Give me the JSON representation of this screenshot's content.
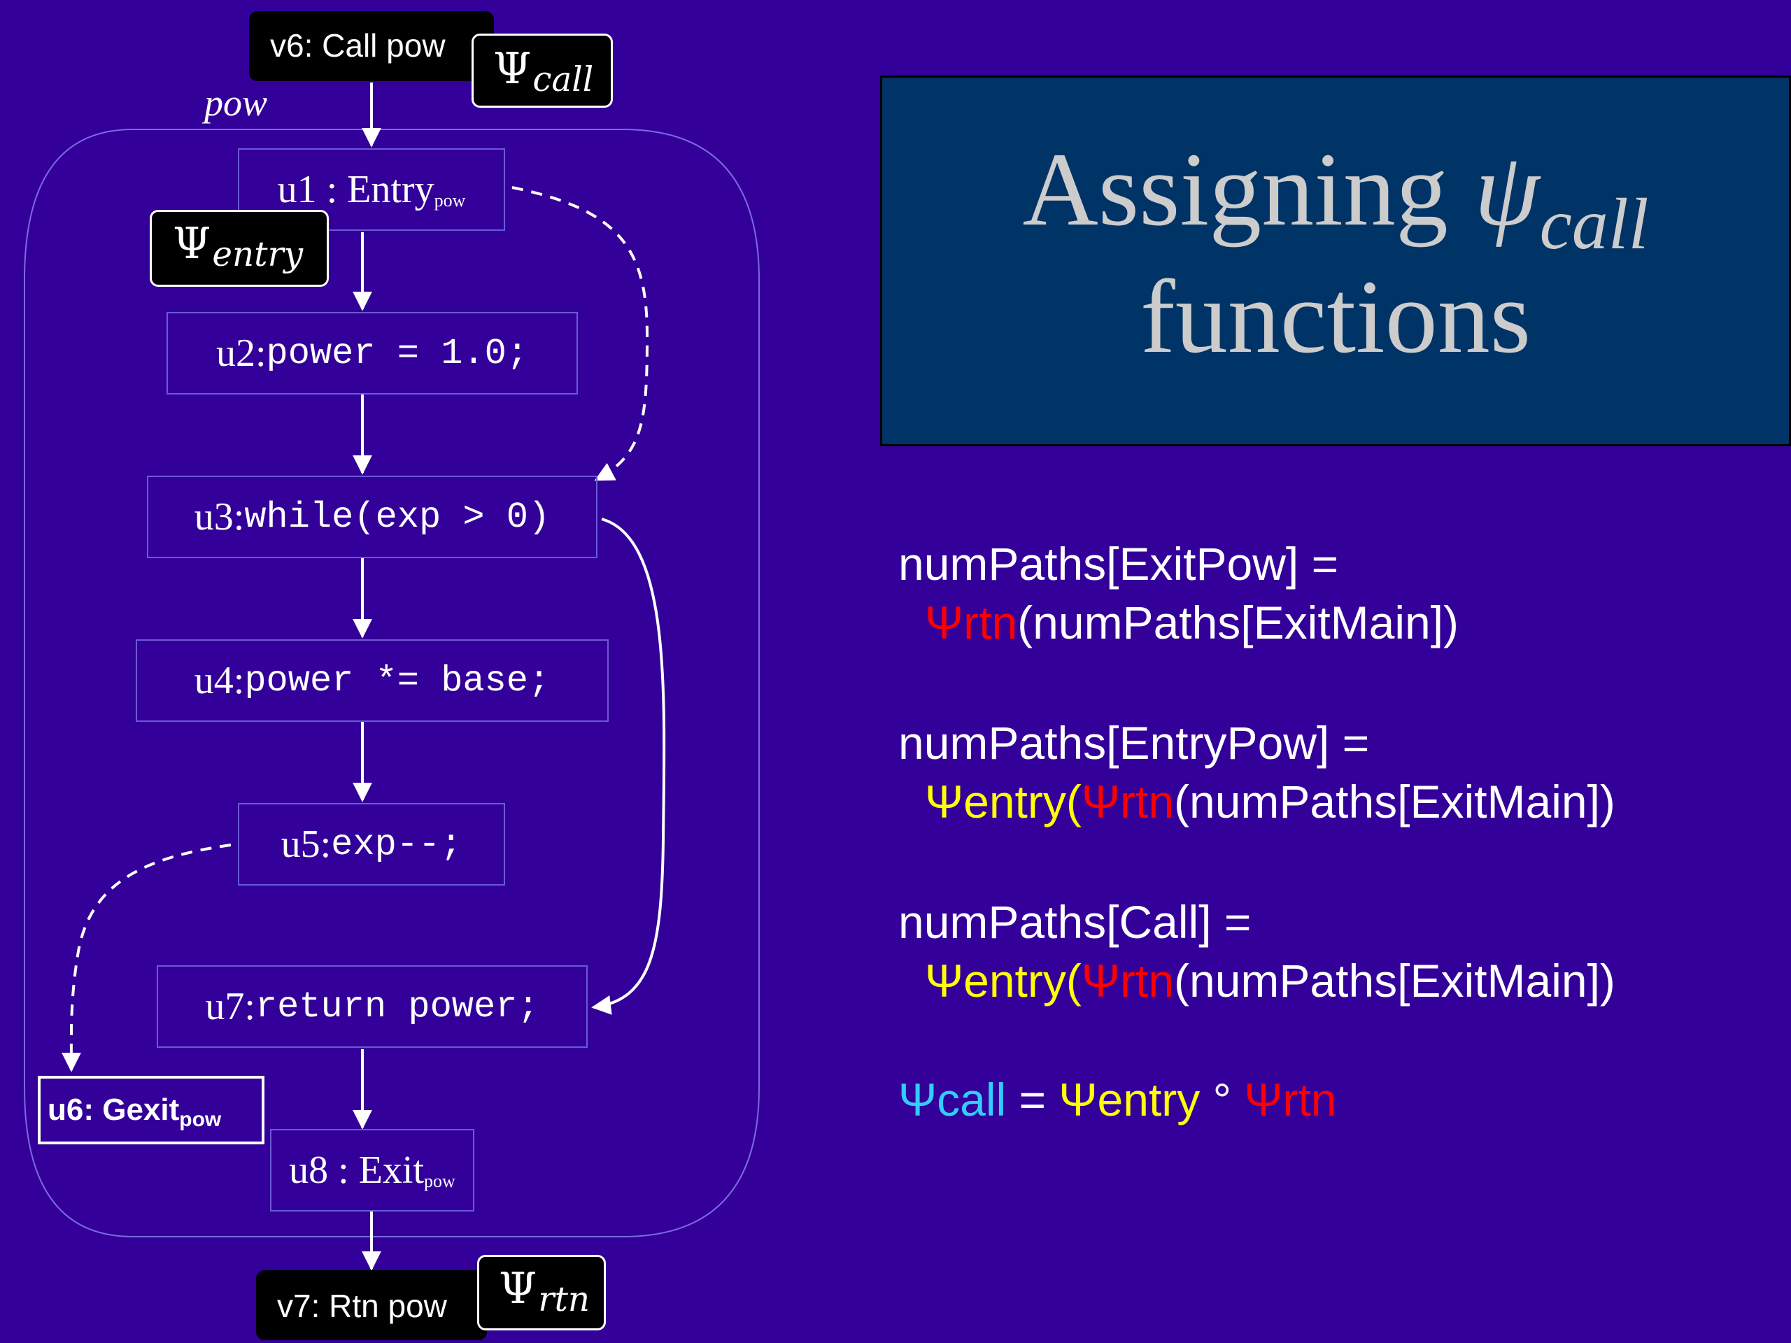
{
  "diagram": {
    "call_node": "v6: Call pow",
    "rtn_node": "v7: Rtn pow",
    "psi_symbol": "Ψ",
    "psi_call_sub": "call",
    "psi_entry_sub": "entry",
    "psi_rtn_sub": "rtn",
    "procedure_label": "pow",
    "u1_label": "u1 : Entry",
    "u1_sub": "pow",
    "u2_label": "u2: ",
    "u2_code": "power = 1.0;",
    "u3_label": "u3: ",
    "u3_code": "while(exp > 0)",
    "u4_label": "u4: ",
    "u4_code": "power *= base;",
    "u5_label": "u5: ",
    "u5_code": "exp--;",
    "u7_label": "u7: ",
    "u7_code": "return power;",
    "u6_label": "u6: Gexit",
    "u6_sub": "pow",
    "u8_label": "u8 : Exit",
    "u8_sub": "pow"
  },
  "title": {
    "line1_text": "Assigning ",
    "psi_lower": "ψ",
    "psi_sub": "call",
    "line2": "functions"
  },
  "equations": {
    "eq1_lhs": "numPaths[ExitPow] =",
    "eq1_rtn": "Ψrtn",
    "eq1_arg": "(numPaths[ExitMain])",
    "eq2_lhs": "numPaths[EntryPow] =",
    "eq2_entry": "Ψentry",
    "eq2_paren": "(",
    "eq2_rtn": "Ψrtn",
    "eq2_arg": "(numPaths[ExitMain])",
    "eq3_lhs": "numPaths[Call] =",
    "eq3_entry": "Ψentry",
    "eq3_paren": "(",
    "eq3_rtn": "Ψrtn",
    "eq3_arg": "(numPaths[ExitMain])",
    "eq4_call": "Ψcall",
    "eq4_eq": " = ",
    "eq4_entry": "Ψentry",
    "eq4_circ": " ° ",
    "eq4_rtn": "Ψrtn"
  },
  "colors": {
    "background": "#330099",
    "title_box": "#003366",
    "psi_rtn": "#ff0000",
    "psi_entry": "#ffff00",
    "psi_call": "#33ccff"
  }
}
